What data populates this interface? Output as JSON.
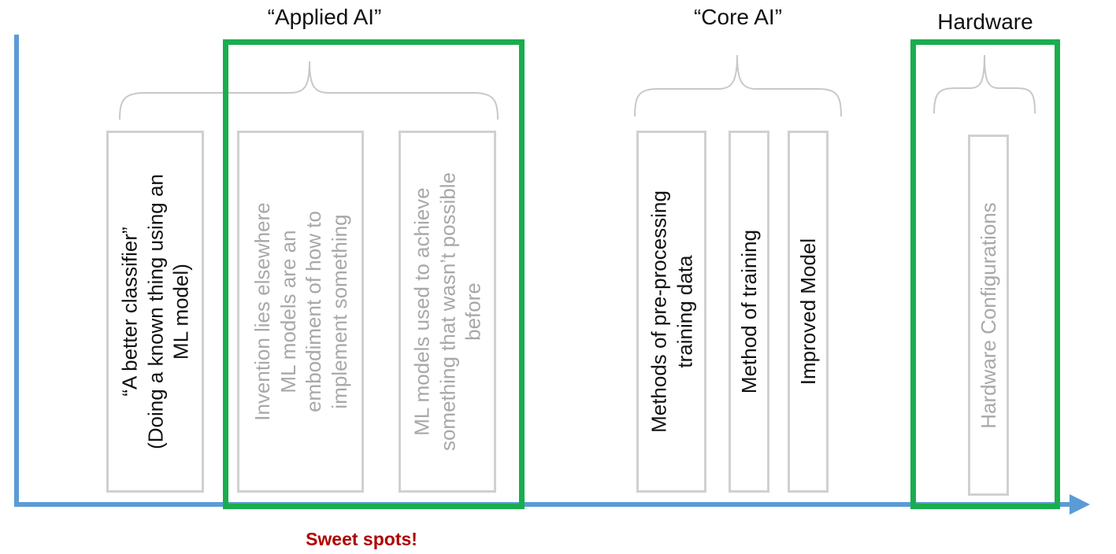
{
  "headings": {
    "applied_ai": "“Applied AI”",
    "core_ai": "“Core AI”",
    "hardware": "Hardware"
  },
  "categories": [
    {
      "lines": [
        "“A better classifier”",
        "(Doing a known thing using an",
        "ML model)"
      ],
      "style": "dark"
    },
    {
      "lines": [
        "Invention lies elsewhere",
        "ML models are an",
        "embodiment of how to",
        "implement something"
      ],
      "style": "light"
    },
    {
      "lines": [
        "ML models used to achieve",
        "something that wasn’t possible",
        "before"
      ],
      "style": "light"
    },
    {
      "lines": [
        "Methods of pre-processing",
        "training data"
      ],
      "style": "dark"
    },
    {
      "lines": [
        "Method of training"
      ],
      "style": "dark"
    },
    {
      "lines": [
        "Improved Model"
      ],
      "style": "dark"
    },
    {
      "lines": [
        "Hardware Configurations"
      ],
      "style": "light"
    }
  ],
  "callout": "Sweet spots!",
  "colors": {
    "axis": "#5b9bd5",
    "highlight": "#1aad4e",
    "box_border": "#d0d0d0",
    "callout": "#b00000"
  }
}
